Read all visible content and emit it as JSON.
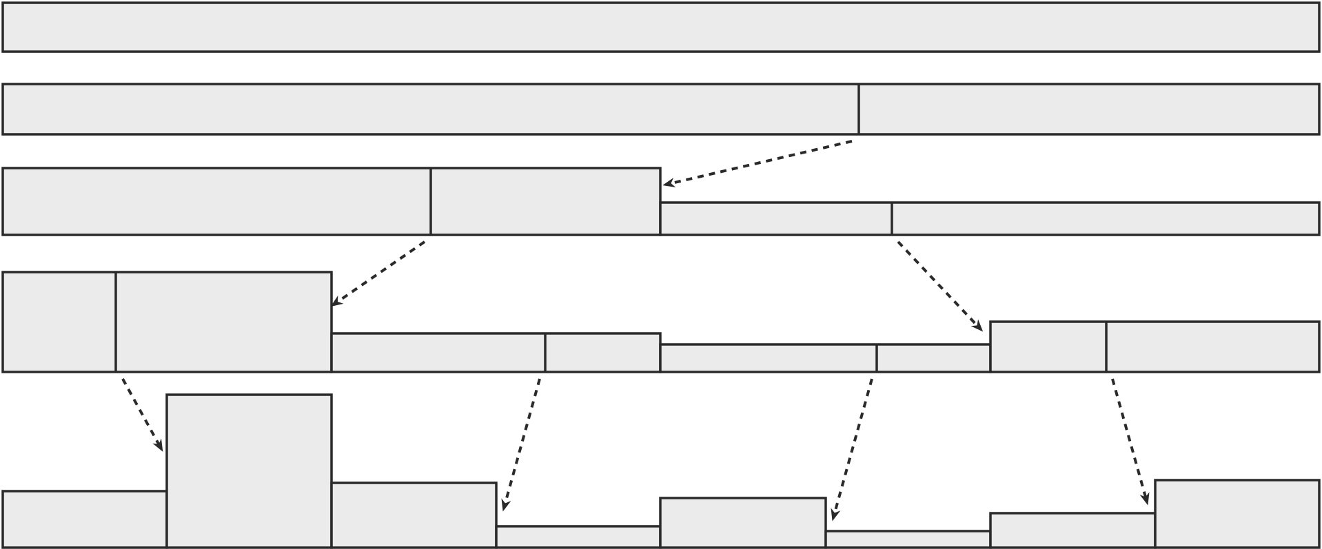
{
  "diagram": {
    "type": "hierarchical-split-diagram",
    "colors": {
      "box_fill": "#eaebea",
      "stroke": "#2a2a2a",
      "background": "#ffffff"
    },
    "levels": [
      {
        "name": "level-1",
        "boxes": 1,
        "dividers": 0
      },
      {
        "name": "level-2",
        "boxes": 1,
        "dividers": 1
      },
      {
        "name": "level-3",
        "boxes": 2,
        "dividers": 2
      },
      {
        "name": "level-4",
        "boxes": 4,
        "dividers": 4
      },
      {
        "name": "level-5",
        "boxes": 8,
        "dividers": 0
      }
    ],
    "arrow_count": 7,
    "arrow_style": "dotted",
    "text_labels": []
  }
}
